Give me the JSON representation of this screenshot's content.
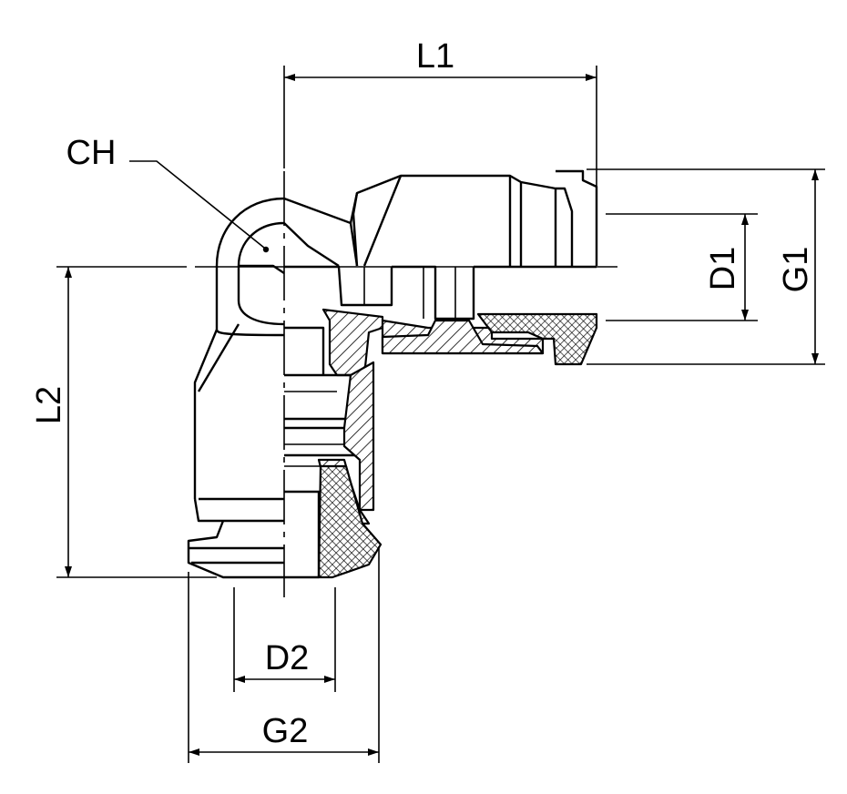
{
  "labels": {
    "L1": "L1",
    "L2": "L2",
    "D1": "D1",
    "G1": "G1",
    "D2": "D2",
    "G2": "G2",
    "CH": "CH"
  },
  "colors": {
    "ink": "#000000",
    "background": "#ffffff"
  }
}
